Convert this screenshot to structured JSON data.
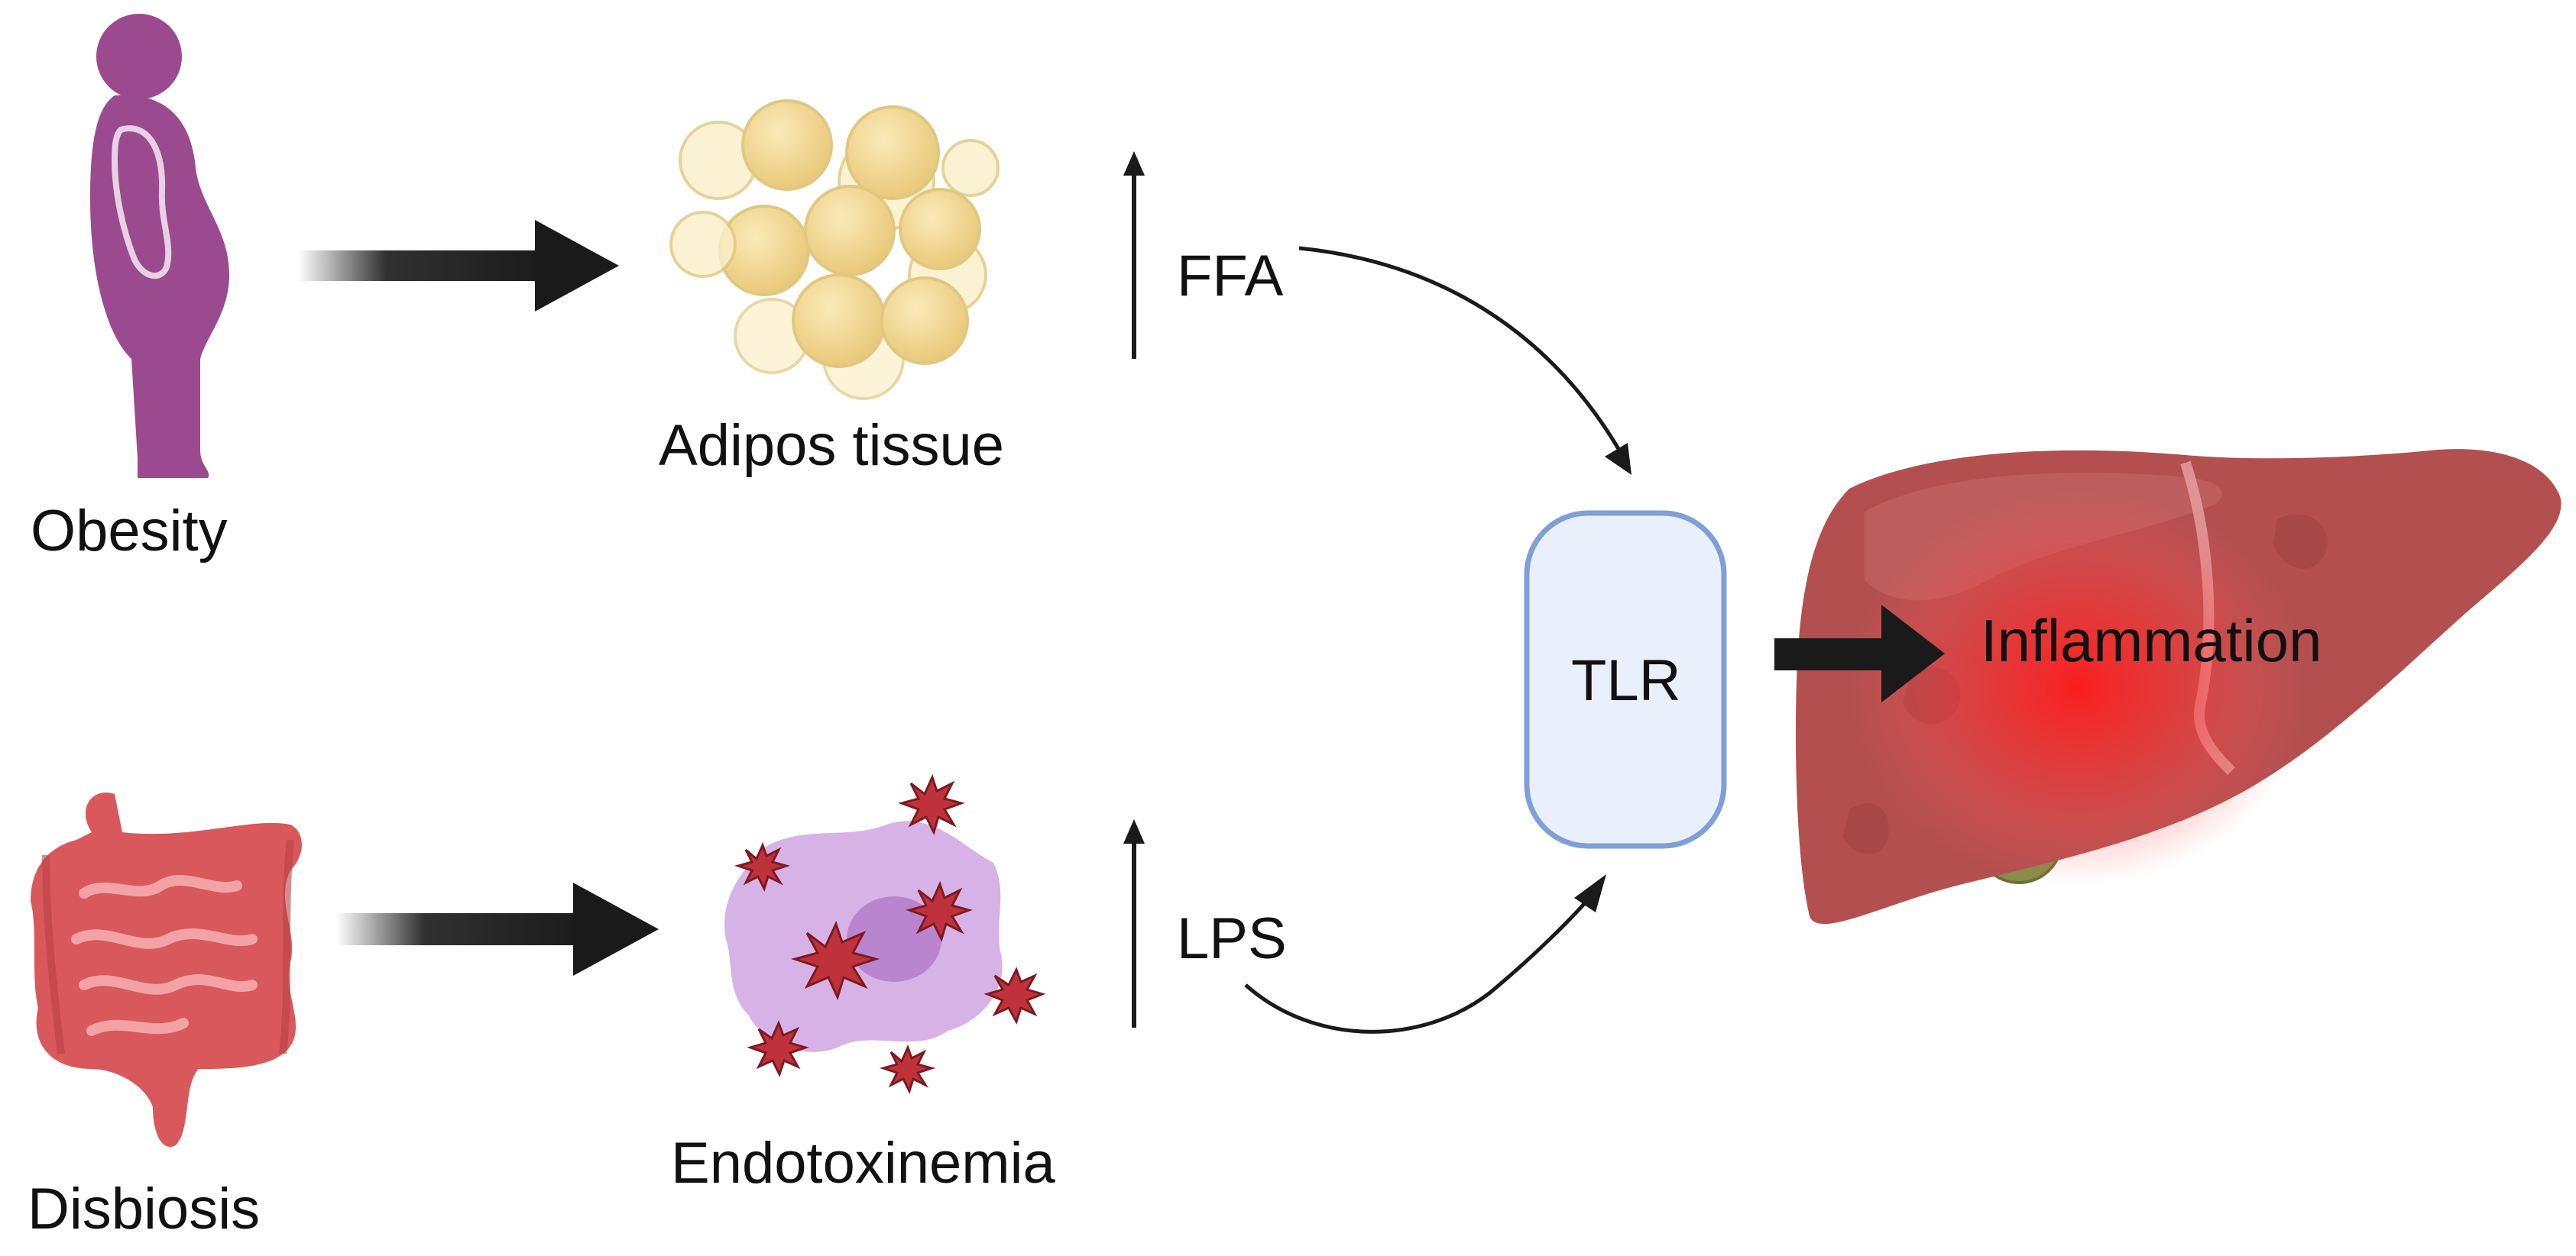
{
  "labels": {
    "obesity": "Obesity",
    "adipos_tissue": "Adipos tissue",
    "ffa": "FFA",
    "tlr": "TLR",
    "inflammation": "Inflammation",
    "lps": "LPS",
    "endotoxinemia": "Endotoxinemia",
    "disbiosis": "Disbiosis"
  },
  "icons": [
    "obese-person-icon",
    "adipose-cells-icon",
    "liver-icon",
    "intestine-icon",
    "macrophage-icon"
  ],
  "colors": {
    "person": "#9b4a8f",
    "adipocyte": "#f5dea0",
    "tlr_fill": "#eaf0fb",
    "tlr_border": "#7f9fd6",
    "liver": "#b44f50",
    "inflammation_glow": "#ff2020",
    "intestine": "#d9585b",
    "macrophage": "#d7b2e6",
    "ros": "#c0323b",
    "arrow": "#1a1a1a"
  }
}
